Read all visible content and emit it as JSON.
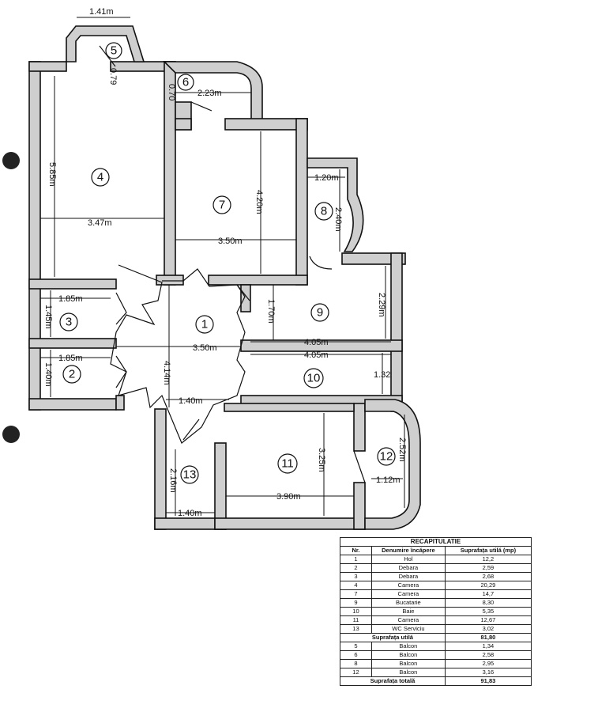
{
  "plan": {
    "rooms": [
      {
        "id": "room-1",
        "num": "1"
      },
      {
        "id": "room-2",
        "num": "2"
      },
      {
        "id": "room-3",
        "num": "3"
      },
      {
        "id": "room-4",
        "num": "4"
      },
      {
        "id": "room-5",
        "num": "5"
      },
      {
        "id": "room-6",
        "num": "6"
      },
      {
        "id": "room-7",
        "num": "7"
      },
      {
        "id": "room-8",
        "num": "8"
      },
      {
        "id": "room-9",
        "num": "9"
      },
      {
        "id": "room-10",
        "num": "10"
      },
      {
        "id": "room-11",
        "num": "11"
      },
      {
        "id": "room-12",
        "num": "12"
      },
      {
        "id": "room-13",
        "num": "13"
      }
    ],
    "dimensions": {
      "d_1_41": "1.41m",
      "d_0_79": "0.79",
      "d_2_23": "2.23m",
      "d_0_70": "0.70",
      "d_5_85": "5.85m",
      "d_3_47": "3.47m",
      "d_4_20": "4.20m",
      "d_3_50_top": "3.50m",
      "d_1_20": "1.20m",
      "d_2_40": "2.40m",
      "d_1_85_a": "1.85m",
      "d_1_45": "1.45m",
      "d_1_85_b": "1.85m",
      "d_1_40_left": "1.40m",
      "d_3_50_mid": "3.50m",
      "d_4_14": "4.14m",
      "d_1_70": "1.70m",
      "d_2_29": "2.29m",
      "d_4_05_a": "4.05m",
      "d_4_05_b": "4.05m",
      "d_1_32": "1.32",
      "d_1_40_mid": "1.40m",
      "d_3_25": "3.25m",
      "d_2_52": "2.52m",
      "d_1_12": "1.12m",
      "d_2_16": "2.16m",
      "d_3_90": "3.90m",
      "d_1_40_bottom": "1.40m"
    }
  },
  "recap": {
    "title": "RECAPITULATIE",
    "headers": [
      "Nr.",
      "Denumire încăpere",
      "Suprafața utilă (mp)"
    ],
    "rows": [
      {
        "nr": "1",
        "name": "Hol",
        "area": "12,2"
      },
      {
        "nr": "2",
        "name": "Debara",
        "area": "2,59"
      },
      {
        "nr": "3",
        "name": "Debara",
        "area": "2,68"
      },
      {
        "nr": "4",
        "name": "Camera",
        "area": "20,29"
      },
      {
        "nr": "7",
        "name": "Camera",
        "area": "14,7"
      },
      {
        "nr": "9",
        "name": "Bucatarie",
        "area": "8,30"
      },
      {
        "nr": "10",
        "name": "Baie",
        "area": "5,35"
      },
      {
        "nr": "11",
        "name": "Camera",
        "area": "12,67"
      },
      {
        "nr": "13",
        "name": "WC Serviciu",
        "area": "3,02"
      }
    ],
    "subtotal_label": "Suprafața utilă",
    "subtotal_value": "81,80",
    "balcony_rows": [
      {
        "nr": "5",
        "name": "Balcon",
        "area": "1,34"
      },
      {
        "nr": "6",
        "name": "Balcon",
        "area": "2,58"
      },
      {
        "nr": "8",
        "name": "Balcon",
        "area": "2,95"
      },
      {
        "nr": "12",
        "name": "Balcon",
        "area": "3,16"
      }
    ],
    "total_label": "Suprafața totală",
    "total_value": "91,83"
  }
}
